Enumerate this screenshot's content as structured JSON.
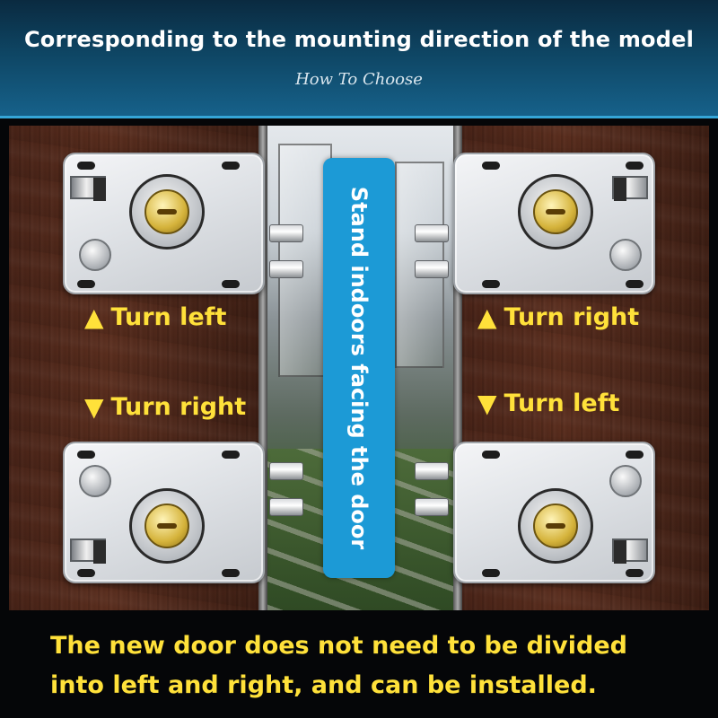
{
  "header": {
    "title": "Corresponding to the mounting direction of the model",
    "subtitle": "How To Choose"
  },
  "center_label": "Stand indoors facing the door",
  "captions": {
    "top_left": {
      "icon": "triangle-up-icon",
      "symbol": "▲",
      "text": "Turn left"
    },
    "top_right": {
      "icon": "triangle-up-icon",
      "symbol": "▲",
      "text": "Turn right"
    },
    "bottom_left": {
      "icon": "triangle-down-icon",
      "symbol": "▼",
      "text": "Turn right"
    },
    "bottom_right": {
      "icon": "triangle-down-icon",
      "symbol": "▼",
      "text": "Turn left"
    }
  },
  "footer": {
    "line1": "The new door does not need to be divided",
    "line2": "into left and right, and can be installed."
  },
  "colors": {
    "accent_yellow": "#ffe13a",
    "label_blue": "#1c9ad6",
    "header_blue": "#0e4563"
  }
}
